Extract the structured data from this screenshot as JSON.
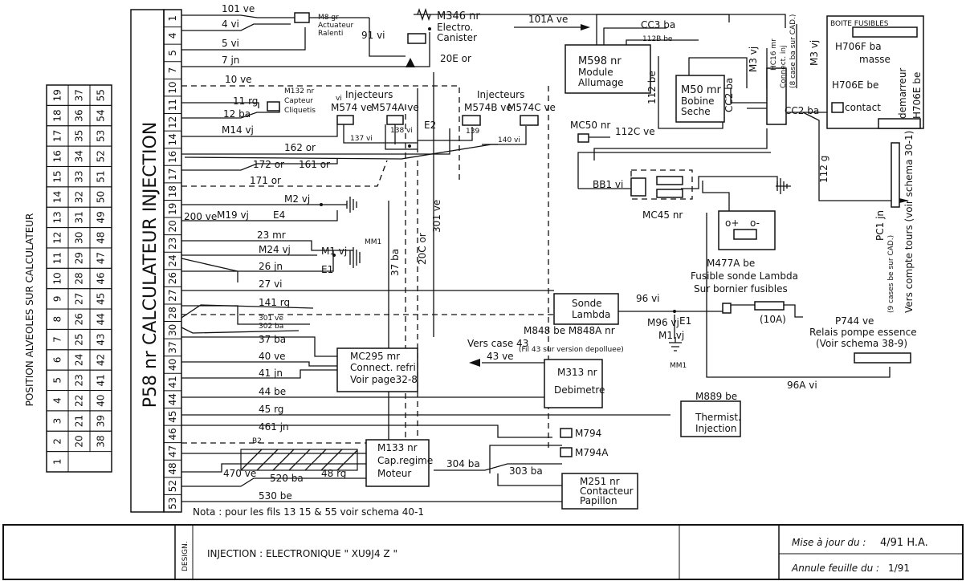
{
  "sidebar": {
    "title": "POSITION ALVEOLES SUR CALCULATEUR",
    "rows": [
      [
        "1",
        "2",
        "3",
        "4",
        "5",
        "6",
        "7",
        "8",
        "9",
        "10",
        "11",
        "12",
        "13",
        "14",
        "15",
        "16",
        "17",
        "18",
        "19"
      ],
      [
        "20",
        "21",
        "22",
        "23",
        "24",
        "25",
        "26",
        "27",
        "28",
        "29",
        "30",
        "31",
        "32",
        "33",
        "34",
        "35",
        "36",
        "37"
      ],
      [
        "38",
        "39",
        "40",
        "41",
        "42",
        "43",
        "44",
        "45",
        "46",
        "47",
        "48",
        "49",
        "50",
        "51",
        "52",
        "53",
        "54",
        "55"
      ]
    ]
  },
  "ecu": {
    "label": "P58 nr CALCULATEUR INJECTION",
    "pins": [
      "1",
      "4",
      "5",
      "7",
      "10",
      "11",
      "12",
      "14",
      "16",
      "17",
      "18",
      "19",
      "20",
      "23",
      "24",
      "26",
      "27",
      "28",
      "30",
      "37",
      "40",
      "41",
      "44",
      "45",
      "46",
      "47",
      "48",
      "52",
      "53"
    ]
  },
  "wires": {
    "w1": "101 ve",
    "w4": "4 vi",
    "w5": "5 vi",
    "w7": "7 jn",
    "w10": "10 ve",
    "w11": "11 rg",
    "w12": "12 ba",
    "w14": "M14 vj",
    "w162": "162 or",
    "w172": "172 or",
    "w161": "161 or",
    "w171": "171 or",
    "w2": "M2 vj",
    "w200": "200 ve",
    "w19": "M19 vj",
    "e4": "E4",
    "w23": "23 mr",
    "w24": "M24 vj",
    "w26": "26 jn",
    "w27": "27 vi",
    "w141": "141 rg",
    "w301": "301 ve",
    "w302": "302 ba",
    "w37": "37 ba",
    "w40": "40 ve",
    "w41": "41 jn",
    "w44": "44 be",
    "w45": "45 rg",
    "w461": "461 jn",
    "w470": "470 ve",
    "w520": "520 ba",
    "w48": "48 rg",
    "w530": "530 be",
    "w304": "304 ba",
    "w303": "303 ba",
    "w91": "91 vi",
    "w20e": "20E or",
    "w101a": "101A ve",
    "wcc3": "CC3 ba",
    "w112b": "112B be",
    "w112be": "112 be",
    "wcc2v": "CC2 ba",
    "wcc2h": "CC2 ba",
    "wm3a": "M3 vj",
    "wm3b": "M3 vj",
    "w112c": "112C ve",
    "w112g": "112 g",
    "wbb1": "BB1 vi",
    "w96": "96 vi",
    "wm96": "M96 vj",
    "wm1b": "M1 vj",
    "w96a": "96A vi",
    "w43": "43 ve",
    "w137": "137 vi",
    "w138": "138 vi",
    "w139": "139",
    "w140": "140 vi",
    "w37v": "37 ba",
    "w20c": "20C or",
    "w301v": "301 ve",
    "e2": "E2",
    "wm1": "M1 vj",
    "e1": "E1",
    "e1b": "E1",
    "mm1": "MM1",
    "mm1b": "MM1",
    "b2": "B2",
    "vi": "vi"
  },
  "components": {
    "m8a": "M8 gr",
    "m8b": "Actuateur",
    "m8c": "Ralenti",
    "m346a": "M346 nr",
    "m346b": "Electro.",
    "m346c": "Canister",
    "m132a": "M132 nr",
    "m132b": "Capteur",
    "m132c": "Cliquetis",
    "inj1": "Injecteurs",
    "m574": "M574 ve",
    "m574a": "M574A ve",
    "inj2": "Injecteurs",
    "m574b": "M574B ve",
    "m574c": "M574C ve",
    "m598a": "M598 nr",
    "m598b": "Module",
    "m598c": "Allumage",
    "m50a": "M50 mr",
    "m50b": "Bobine",
    "m50c": "Seche",
    "hc16a": "HC16 mr",
    "hc16b": "Connect. inj",
    "hc16c": "(8 case ba sur CAD.)",
    "boite": "BOITE FUSIBLES",
    "h706f": "H706F ba",
    "masse": "masse",
    "h706e": "H706E be",
    "contact": "contact",
    "dem": "demarreur",
    "h706eb": "H706E be",
    "mc50": "MC50 nr",
    "mc45": "MC45 nr",
    "pc1a": "PC1 jn",
    "pc1b": "(9 cases be sur CAD.)",
    "pc1c": "Vers compte tours (voir schema 30-1)",
    "m477a": "M477A be",
    "m477b": "Fusible sonde Lambda",
    "m477c": "Sur bornier fusibles",
    "fuse10a": "(10A)",
    "sondea": "Sonde",
    "sondeb": "Lambda",
    "m848": "M848 be M848A nr",
    "m848n": "(Fil 43 sur version depolluee)",
    "vers43": "Vers case 43",
    "p744a": "P744 ve",
    "p744b": "Relais pompe essence",
    "p744c": "(Voir schema 38-9)",
    "mc295a": "MC295 mr",
    "mc295b": "Connect. refri",
    "mc295c": "Voir page32-8",
    "m313a": "M313 nr",
    "m313b": "Debimetre",
    "m889a": "M889 be",
    "m889b": "Thermist.",
    "m889c": "Injection",
    "m133a": "M133 nr",
    "m133b": "Cap.regime",
    "m133c": "Moteur",
    "m794": "M794",
    "m794a": "M794A",
    "m251a": "M251 nr",
    "m251b": "Contacteur",
    "m251c": "Papillon"
  },
  "note": "Nota : pour les fils 13 15 & 55 voir schema 40-1",
  "titleblock": {
    "design": "DESIGN.",
    "title": "INJECTION : ELECTRONIQUE \" XU9J4 Z \"",
    "maj_label": "Mise à jour du :",
    "maj_value": "4/91 H.A.",
    "annule_label": "Annule feuille du :",
    "annule_value": "1/91"
  }
}
